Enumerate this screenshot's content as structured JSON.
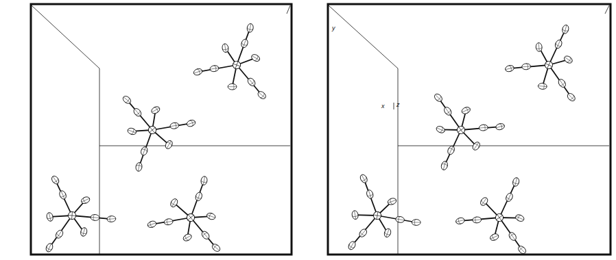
{
  "diagram": {
    "labels": [
      "y",
      "x",
      "z"
    ]
  }
}
